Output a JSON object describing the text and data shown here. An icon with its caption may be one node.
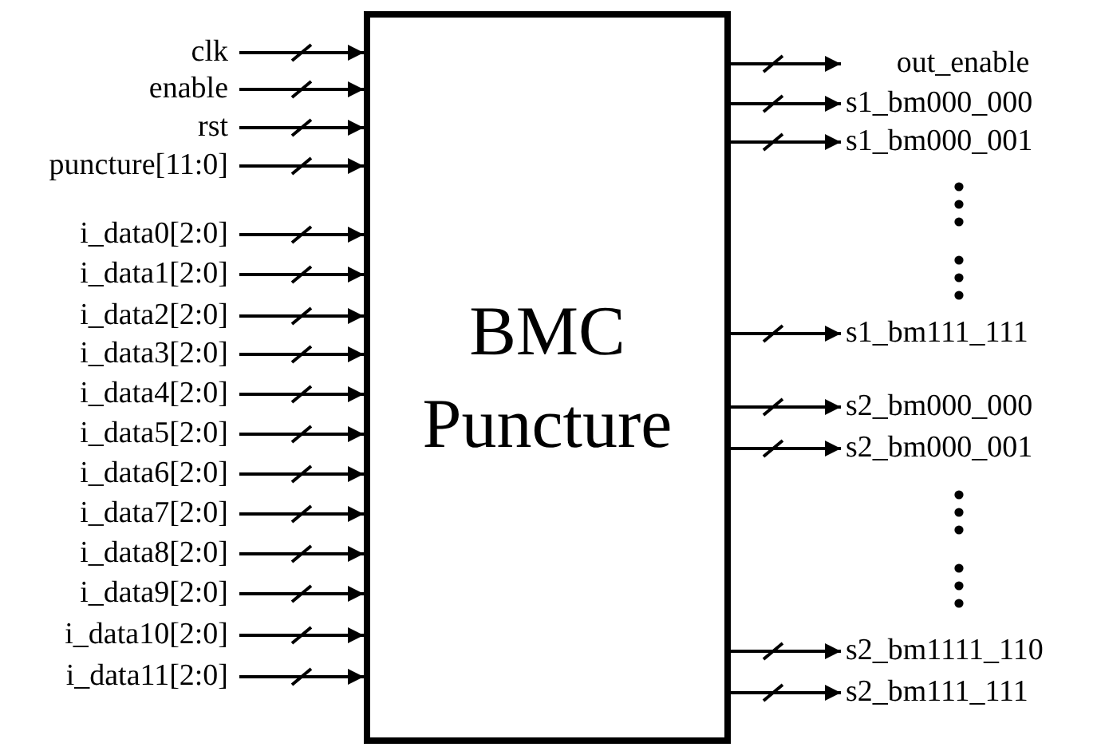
{
  "diagram": {
    "nodes": [
      {
        "text": [
          "BMC Puncture"
        ]
      },
      {
        "text": [
          "clk"
        ]
      },
      {
        "text": [
          "enable"
        ]
      },
      {
        "text": [
          "rst"
        ]
      },
      {
        "text": [
          "puncture[11:0]"
        ]
      },
      {
        "text": [
          "i_data0[2:0]"
        ]
      },
      {
        "text": [
          "i_data1[2:0]"
        ]
      },
      {
        "text": [
          "i_data2[2:0]"
        ]
      },
      {
        "text": [
          "i_data3[2:0]"
        ]
      },
      {
        "text": [
          "i_data4[2:0]"
        ]
      },
      {
        "text": [
          "i_data5[2:0]"
        ]
      },
      {
        "text": [
          "i_data6[2:0]"
        ]
      },
      {
        "text": [
          "i_data7[2:0]"
        ]
      },
      {
        "text": [
          "i_data8[2:0]"
        ]
      },
      {
        "text": [
          "i_data9[2:0]"
        ]
      },
      {
        "text": [
          "i_data10[2:0]"
        ]
      },
      {
        "text": [
          "i_data11[2:0]"
        ]
      },
      {
        "text": [
          "out_enable"
        ]
      },
      {
        "text": [
          "s1_bm000_000"
        ]
      },
      {
        "text": [
          "s1_bm000_001"
        ]
      },
      {
        "text": [
          "s1_bm111_111"
        ]
      },
      {
        "text": [
          "s2_bm000_000"
        ]
      },
      {
        "text": [
          "s2_bm000_001"
        ]
      },
      {
        "text": [
          "s2_bm1111_110"
        ]
      },
      {
        "text": [
          "s2_bm111_111"
        ]
      }
    ],
    "edges": [
      {
        "from": 1,
        "to": 0,
        "arrow": "to"
      },
      {
        "from": 2,
        "to": 0,
        "arrow": "to"
      },
      {
        "from": 3,
        "to": 0,
        "arrow": "to"
      },
      {
        "from": 4,
        "to": 0,
        "arrow": "to"
      },
      {
        "from": 5,
        "to": 0,
        "arrow": "to"
      },
      {
        "from": 6,
        "to": 0,
        "arrow": "to"
      },
      {
        "from": 7,
        "to": 0,
        "arrow": "to"
      },
      {
        "from": 8,
        "to": 0,
        "arrow": "to"
      },
      {
        "from": 9,
        "to": 0,
        "arrow": "to"
      },
      {
        "from": 10,
        "to": 0,
        "arrow": "to"
      },
      {
        "from": 11,
        "to": 0,
        "arrow": "to"
      },
      {
        "from": 12,
        "to": 0,
        "arrow": "to"
      },
      {
        "from": 13,
        "to": 0,
        "arrow": "to"
      },
      {
        "from": 14,
        "to": 0,
        "arrow": "to"
      },
      {
        "from": 15,
        "to": 0,
        "arrow": "to"
      },
      {
        "from": 16,
        "to": 0,
        "arrow": "to"
      },
      {
        "from": 0,
        "to": 17,
        "arrow": "to"
      },
      {
        "from": 0,
        "to": 18,
        "arrow": "to"
      },
      {
        "from": 0,
        "to": 19,
        "arrow": "to"
      },
      {
        "from": 0,
        "to": 20,
        "arrow": "to"
      },
      {
        "from": 0,
        "to": 21,
        "arrow": "to"
      },
      {
        "from": 0,
        "to": 22,
        "arrow": "to"
      },
      {
        "from": 0,
        "to": 23,
        "arrow": "to"
      },
      {
        "from": 0,
        "to": 24,
        "arrow": "to"
      }
    ]
  }
}
